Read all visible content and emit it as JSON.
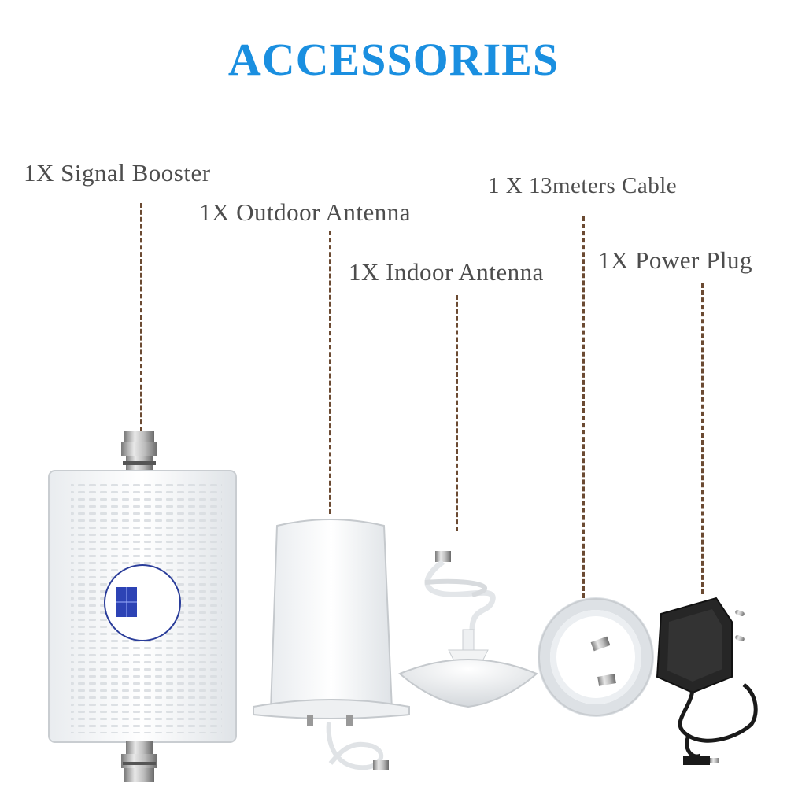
{
  "title": "ACCESSORIES",
  "items": [
    {
      "label": "1X Signal Booster"
    },
    {
      "label": "1X Outdoor Antenna"
    },
    {
      "label": "1X Indoor Antenna"
    },
    {
      "label": "1 X 13meters Cable"
    },
    {
      "label": "1X Power Plug"
    }
  ],
  "colors": {
    "title": "#1a8fe0",
    "label": "#4d4d4d",
    "leader": "#6b4a32"
  }
}
